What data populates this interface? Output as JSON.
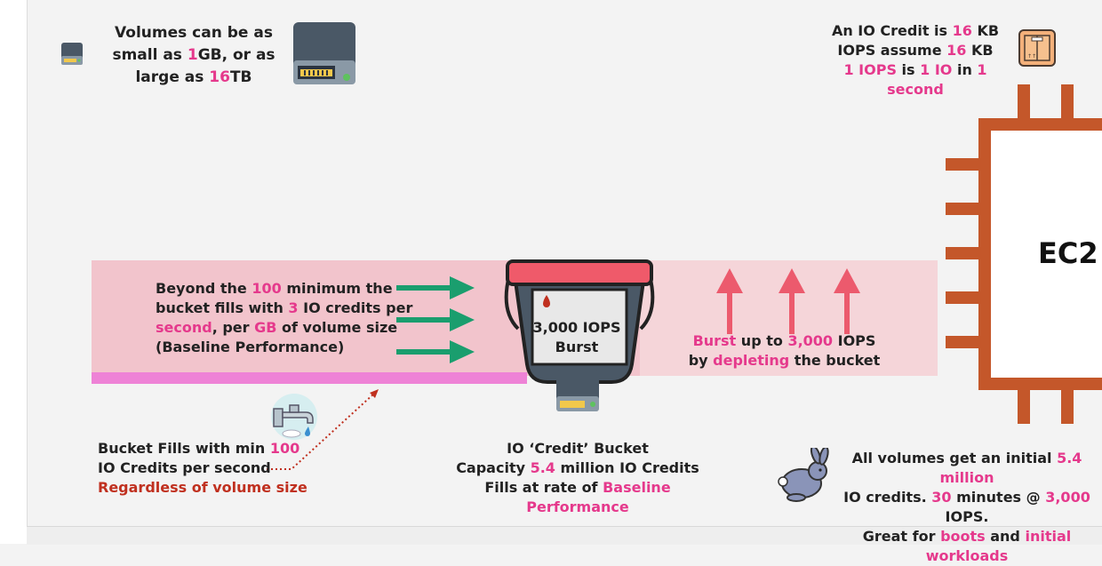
{
  "volumes_note": {
    "line1": "Volumes can be as",
    "line2a": "small as ",
    "line2b": "1",
    "line2c": "GB, or as",
    "line3a": "large as ",
    "line3b": "16",
    "line3c": "TB"
  },
  "io_credit_note": {
    "line1a": "An IO Credit is ",
    "line1b": "16",
    "line1c": " KB",
    "line2a": "IOPS assume ",
    "line2b": "16",
    "line2c": " KB",
    "line3a": "1 IOPS",
    "line3b": " is ",
    "line3c": "1 IO",
    "line3d": " in ",
    "line3e": "1 second"
  },
  "ec2": {
    "label": "EC2"
  },
  "baseline_note": {
    "l1a": "Beyond the ",
    "l1b": "100",
    "l1c": " minimum the",
    "l2a": "bucket fills with ",
    "l2b": "3",
    "l2c": " IO credits per",
    "l3a": "second",
    "l3b": ", per ",
    "l3c": "GB",
    "l3d": " of volume size",
    "l4": "(Baseline Performance)"
  },
  "bucket": {
    "iops": "3,000 IOPS",
    "burst": "Burst"
  },
  "burst_note": {
    "l1a": "Burst",
    "l1b": " up to ",
    "l1c": "3,000",
    "l1d": " IOPS",
    "l2a": "by ",
    "l2b": "depleting",
    "l2c": " the bucket"
  },
  "fill_note": {
    "l1a": "Bucket Fills with min ",
    "l1b": "100",
    "l2": "IO Credits per second",
    "l3": "Regardless of volume  size"
  },
  "bucket_note": {
    "l1": "IO ‘Credit’ Bucket",
    "l2a": "Capacity ",
    "l2b": "5.4",
    "l2c": " million IO Credits",
    "l3a": "Fills at rate of ",
    "l3b": "Baseline Performance"
  },
  "initial_note": {
    "l1a": "All volumes get an initial ",
    "l1b": "5.4 million",
    "l2a": "IO credits. ",
    "l2b": "30",
    "l2c": " minutes @ ",
    "l2d": "3,000",
    "l2e": " IOPS.",
    "l3a": "Great for ",
    "l3b": "boots",
    "l3c": " and ",
    "l3d": "initial workloads"
  },
  "colors": {
    "pink": "#e5398c",
    "red": "#c0301f",
    "green": "#1a9e6e",
    "orange": "#c4572a",
    "band": "#f2c4cc",
    "strip": "#ee82d6"
  },
  "icons": [
    "small-drive-icon",
    "hard-drive-icon",
    "package-icon",
    "ec2-chip-icon",
    "bucket-icon",
    "faucet-icon",
    "rabbit-icon"
  ]
}
